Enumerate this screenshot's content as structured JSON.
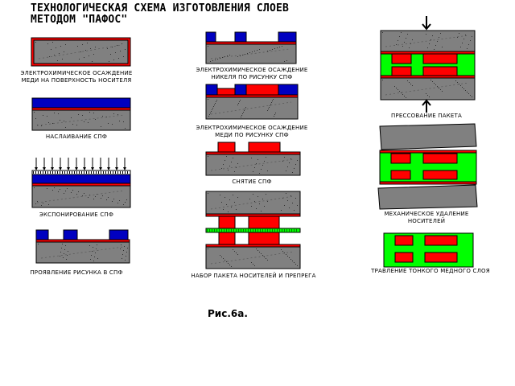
{
  "title": "ТЕХНОЛОГИЧЕСКАЯ СХЕМА ИЗГОТОВЛЕНИЯ СЛОЕВ\nМЕТОДОМ \"ПАФОС\"",
  "figure_caption": "Рис.6а.",
  "colors": {
    "substrate": "#808080",
    "copper": "#ff0000",
    "photoresist": "#0000c0",
    "prepreg": "#00ff00",
    "outline": "#000000"
  },
  "steps": [
    {
      "label": "ЭЛЕКТРОХИМИЧЕСКОЕ ОСАЖДЕНИЕ\nМЕДИ НА ПОВЕРХНОСТЬ НОСИТЕЛЯ"
    },
    {
      "label": "НАСЛАИВАНИЕ  СПФ"
    },
    {
      "label": "ЭКСПОНИРОВАНИЕ  СПФ"
    },
    {
      "label": "ПРОЯВЛЕНИЕ РИСУНКА В СПФ"
    },
    {
      "label": "ЭЛЕКТРОХИМИЧЕСКОЕ ОСАЖДЕНИЕ\nНИКЕЛЯ ПО РИСУНКУ СПФ"
    },
    {
      "label": "ЭЛЕКТРОХИМИЧЕСКОЕ ОСАЖДЕНИЕ\nМЕДИ ПО РИСУНКУ СПФ"
    },
    {
      "label": "СНЯТИЕ СПФ"
    },
    {
      "label": "НАБОР ПАКЕТА НОСИТЕЛЕЙ И ПРЕПРЕГА"
    },
    {
      "label": "ПРЕССОВАНИЕ ПАКЕТА"
    },
    {
      "label": "МЕХАНИЧЕСКОЕ  УДАЛЕНИЕ\nНОСИТЕЛЕЙ"
    },
    {
      "label": "ТРАВЛЕНИЕ ТОНКОГО МЕДНОГО СЛОЯ"
    }
  ]
}
